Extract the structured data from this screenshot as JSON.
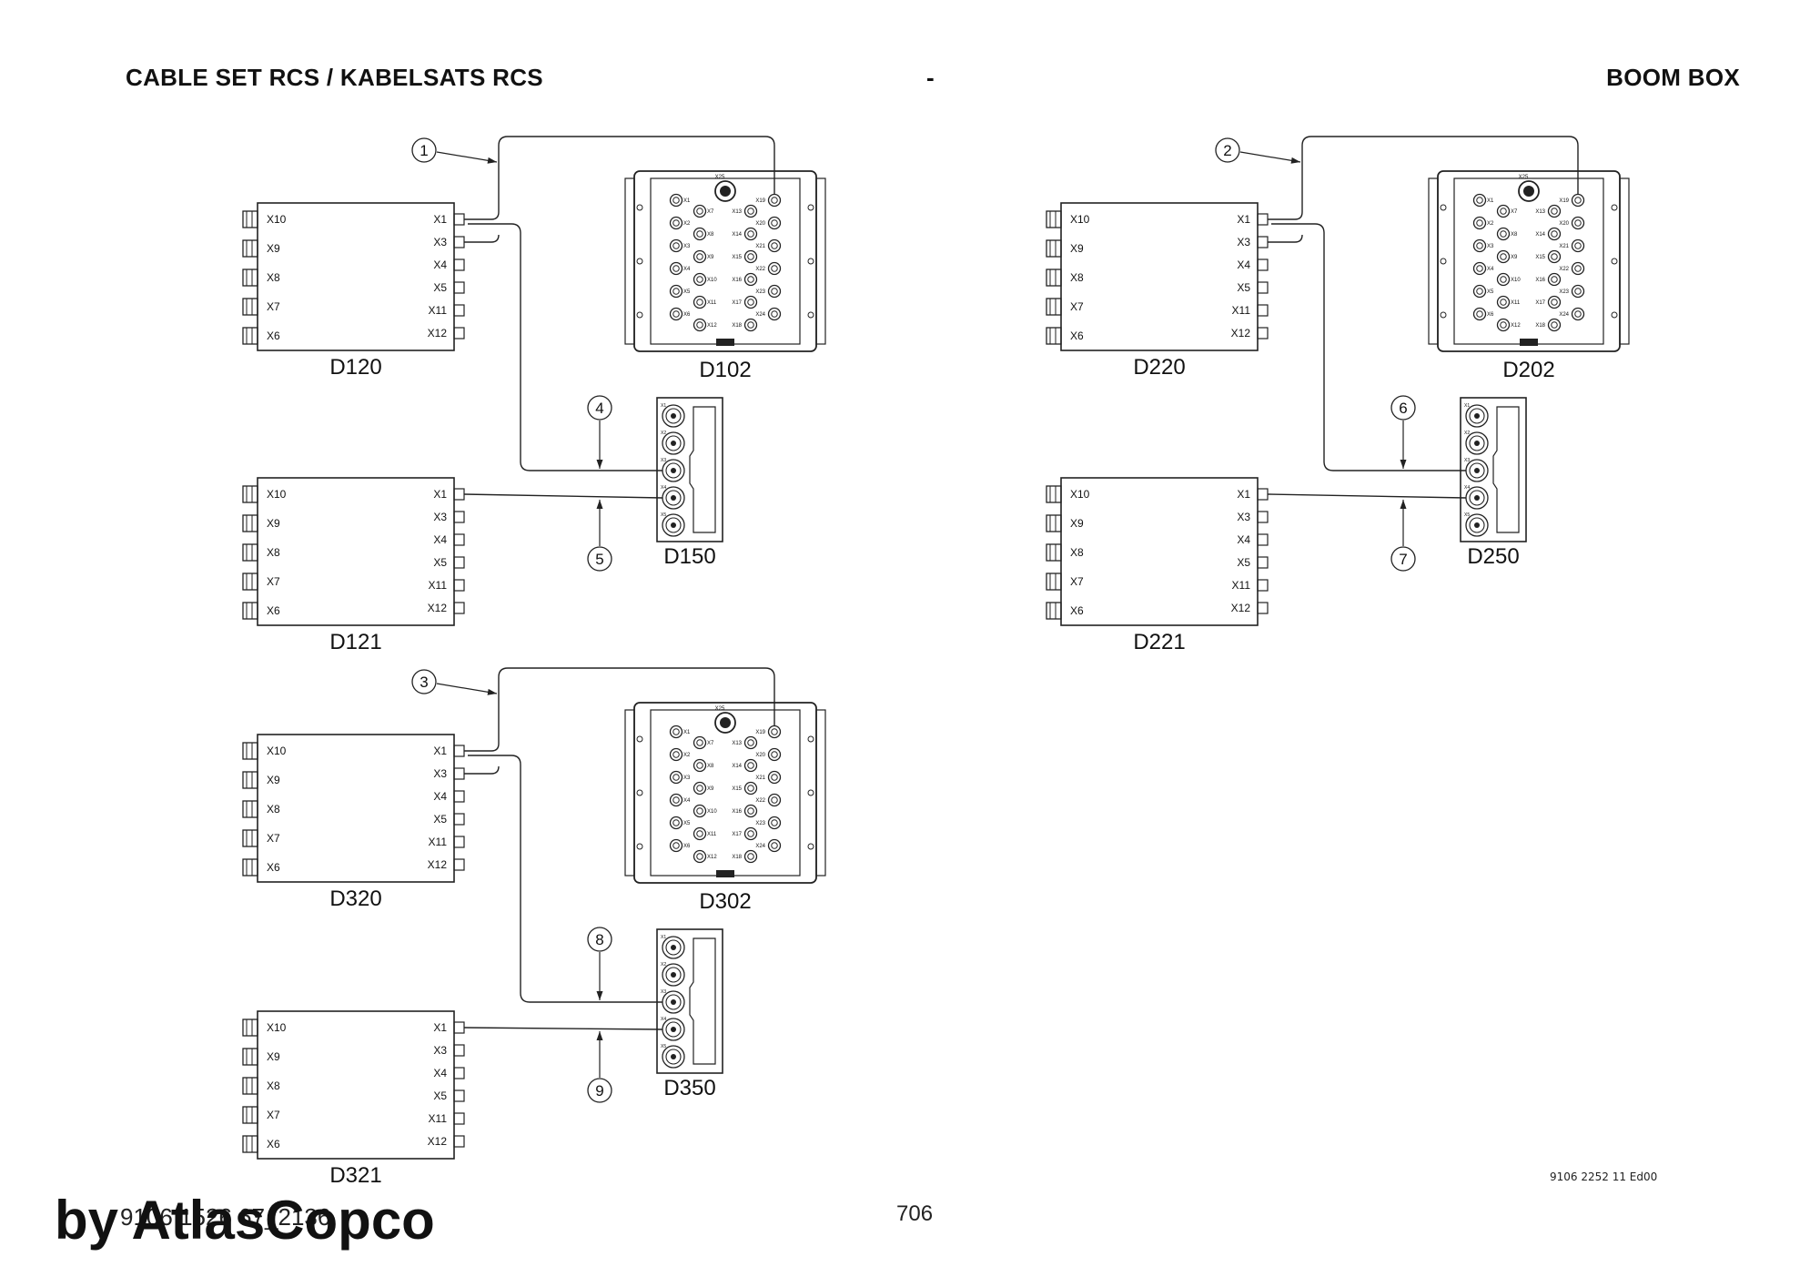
{
  "header": {
    "left": "CABLE SET RCS / KABELSATS RCS",
    "center": "-",
    "right": "BOOM BOX"
  },
  "ecu_ports": {
    "left": [
      "X10",
      "X9",
      "X8",
      "X7",
      "X6"
    ],
    "right": [
      "X1",
      "X3",
      "X4",
      "X5",
      "X11",
      "X12"
    ]
  },
  "hub_ports": {
    "top": "X25",
    "left": [
      "X1",
      "X2",
      "X3",
      "X4",
      "X5",
      "X6"
    ],
    "inner": [
      "X7",
      "X8",
      "X9",
      "X10",
      "X11",
      "X12"
    ],
    "mid": [
      "X13",
      "X14",
      "X15",
      "X16",
      "X17",
      "X18"
    ],
    "right": [
      "X19",
      "X20",
      "X21",
      "X22",
      "X23",
      "X24"
    ]
  },
  "strip_ports": [
    "X1",
    "X2",
    "X3",
    "X4",
    "X5"
  ],
  "groups": [
    {
      "top_ecu": "D120",
      "bottom_ecu": "D121",
      "hub": "D102",
      "strip": "D150",
      "callouts": {
        "hub_cable": "1",
        "strip_upper": "4",
        "strip_lower": "5"
      }
    },
    {
      "top_ecu": "D220",
      "bottom_ecu": "D221",
      "hub": "D202",
      "strip": "D250",
      "callouts": {
        "hub_cable": "2",
        "strip_upper": "6",
        "strip_lower": "7"
      }
    },
    {
      "top_ecu": "D320",
      "bottom_ecu": "D321",
      "hub": "D302",
      "strip": "D350",
      "callouts": {
        "hub_cable": "3",
        "strip_upper": "8",
        "strip_lower": "9"
      }
    }
  ],
  "footer": {
    "drawing_number": "9106 2252 11 Ed00",
    "page_number": "706",
    "document_ref": "9106 1526 67_2136",
    "watermark": "by AtlasCopco"
  }
}
